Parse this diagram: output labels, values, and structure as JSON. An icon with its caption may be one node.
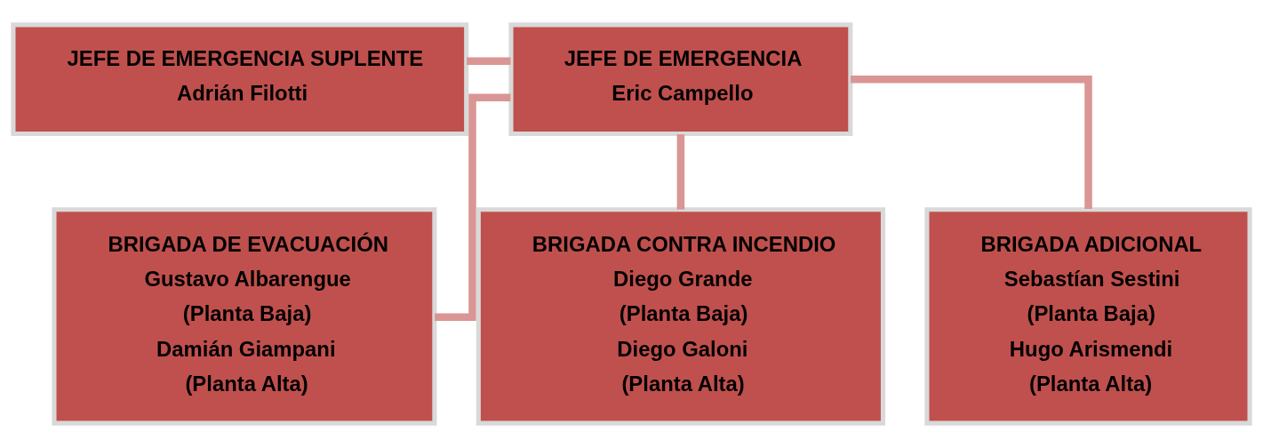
{
  "diagram": {
    "nodes": [
      {
        "text": [
          "JEFE DE EMERGENCIA SUPLENTE",
          "Adrián Filotti"
        ]
      },
      {
        "text": [
          "JEFE DE EMERGENCIA",
          "Eric Campello"
        ]
      },
      {
        "text": [
          "BRIGADA DE EVACUACIÓN",
          "Gustavo Albarengue",
          "(Planta Baja)",
          "Damián Giampani",
          "(Planta Alta)"
        ]
      },
      {
        "text": [
          "BRIGADA CONTRA INCENDIO",
          "Diego Grande",
          "(Planta Baja)",
          "Diego Galoni",
          "(Planta Alta)"
        ]
      },
      {
        "text": [
          "BRIGADA ADICIONAL",
          "Sebastían Sestini",
          "(Planta Baja)",
          "Hugo Arismendi",
          "(Planta Alta)"
        ]
      }
    ],
    "edges": [
      {
        "from": 0,
        "to": 1,
        "arrow": "none"
      },
      {
        "from": 1,
        "to": 2,
        "arrow": "none"
      },
      {
        "from": 1,
        "to": 3,
        "arrow": "none"
      },
      {
        "from": 1,
        "to": 4,
        "arrow": "none"
      }
    ]
  }
}
